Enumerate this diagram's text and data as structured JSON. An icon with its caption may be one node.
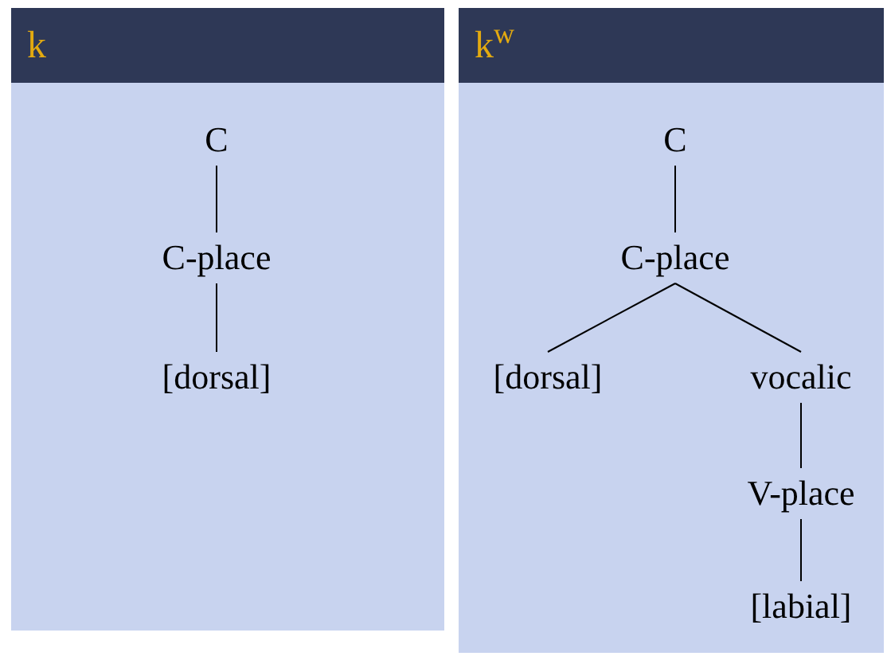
{
  "diagram": {
    "nodes": [
      {
        "text": [
          "k"
        ]
      },
      {
        "text": [
          "C"
        ],
        "in": 0
      },
      {
        "text": [
          "C-place"
        ],
        "in": 0
      },
      {
        "text": [
          "[dorsal]"
        ],
        "in": 0
      },
      {
        "text": [
          "k$^{w}$"
        ]
      },
      {
        "text": [
          "C"
        ],
        "in": 4
      },
      {
        "text": [
          "C-place"
        ],
        "in": 4
      },
      {
        "text": [
          "[dorsal]"
        ],
        "in": 4
      },
      {
        "text": [
          "vocalic"
        ],
        "in": 4
      },
      {
        "text": [
          "V-place"
        ],
        "in": 4
      },
      {
        "text": [
          "[labial]"
        ],
        "in": 4
      }
    ],
    "edges": [
      {
        "from": 1,
        "to": 2,
        "arrow": "none"
      },
      {
        "from": 2,
        "to": 3,
        "arrow": "none"
      },
      {
        "from": 5,
        "to": 6,
        "arrow": "none"
      },
      {
        "from": 6,
        "to": 7,
        "arrow": "none"
      },
      {
        "from": 6,
        "to": 8,
        "arrow": "none"
      },
      {
        "from": 8,
        "to": 9,
        "arrow": "none"
      },
      {
        "from": 9,
        "to": 10,
        "arrow": "none"
      }
    ]
  }
}
